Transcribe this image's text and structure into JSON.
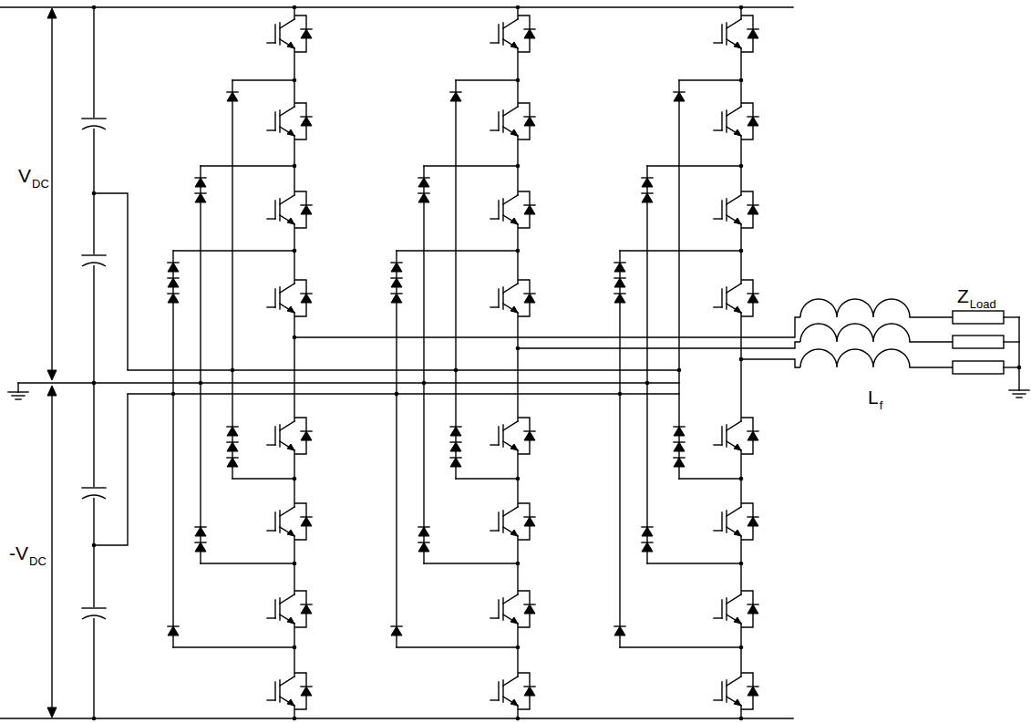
{
  "diagram": {
    "labels": [
      "V",
      "DC",
      "-V",
      "DC",
      "Z",
      "Load",
      "L",
      "f"
    ]
  }
}
